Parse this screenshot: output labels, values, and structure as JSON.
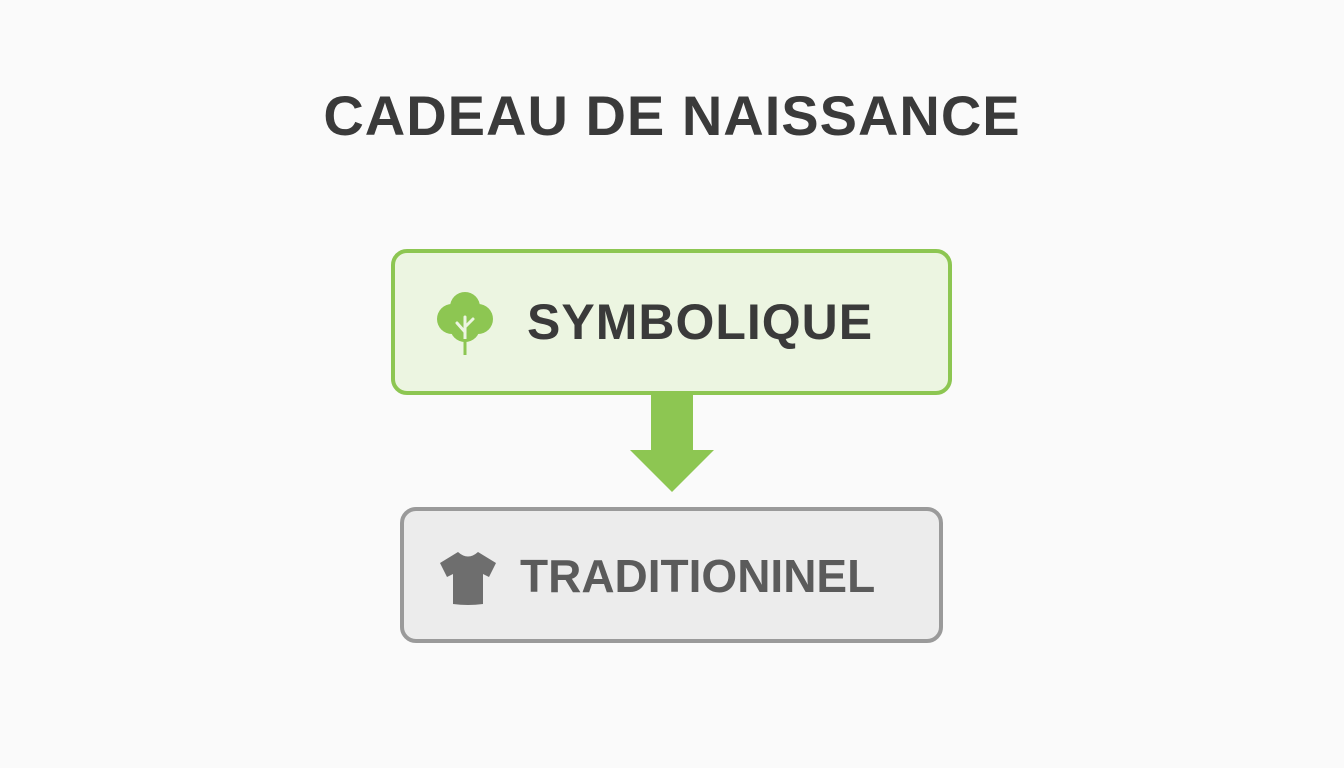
{
  "title": "CADEAU DE NAISSANCE",
  "nodes": [
    {
      "label": "SYMBOLIQUE",
      "icon": "tree-icon",
      "border_color": "#8dc652",
      "fill_color": "#ecf5e1"
    },
    {
      "label": "TRADITIONINEL",
      "icon": "tshirt-icon",
      "border_color": "#9a9a9a",
      "fill_color": "#ececec"
    }
  ],
  "arrow": {
    "direction": "down",
    "color": "#8dc652"
  },
  "colors": {
    "title": "#3a3a3a",
    "background": "#fafafa"
  }
}
